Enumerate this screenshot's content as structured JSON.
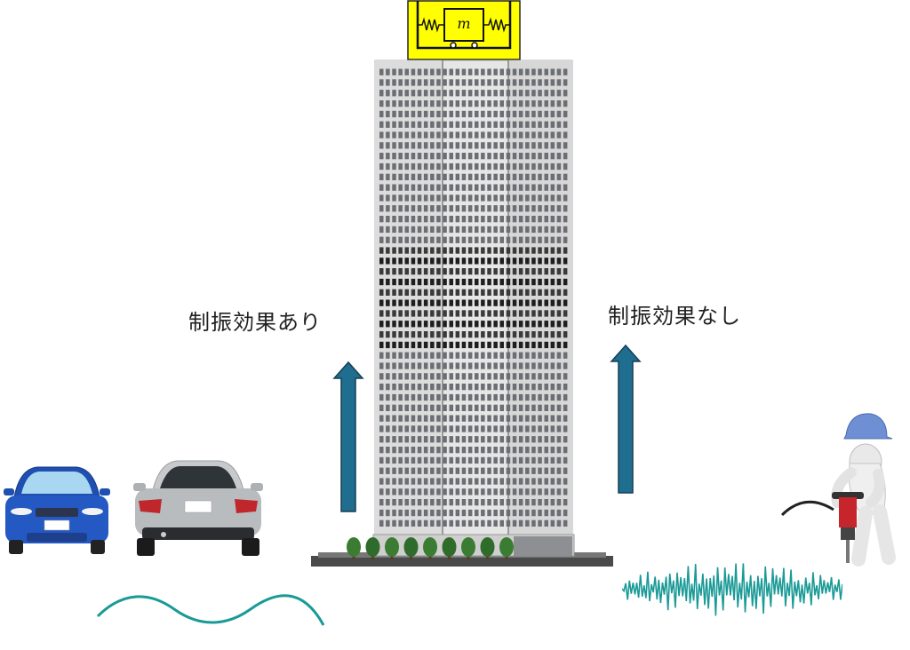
{
  "damper": {
    "mass_label": "m"
  },
  "labels": {
    "with_effect": "制振効果あり",
    "without_effect": "制振効果なし"
  },
  "colors": {
    "damper_box": "#ffff00",
    "arrow": "#1f6e8f",
    "wave": "#1a9a96",
    "car_blue": "#1f4fb0",
    "car_silver": "#b9bcbf"
  },
  "icons": [
    "tuned-mass-damper-icon",
    "high-rise-building-icon",
    "blue-car-icon",
    "silver-car-icon",
    "construction-worker-jackhammer-icon"
  ]
}
